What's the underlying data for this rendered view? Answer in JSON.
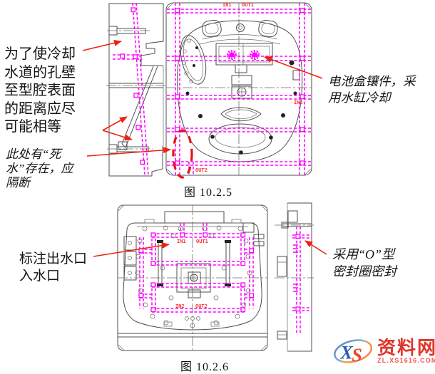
{
  "figures": {
    "fig1": {
      "caption": "图 10.2.5",
      "labels": {
        "in1": "IN1",
        "out1": "OUT1",
        "in2": "IN2",
        "out2": "OUT2"
      }
    },
    "fig2": {
      "caption": "图 10.2.6",
      "labels": {
        "in1": "IN1",
        "out1": "OUT1",
        "in2": "IN2",
        "out2": "OUT2"
      }
    }
  },
  "annotations": {
    "cooling_wall": {
      "lines": [
        "为了使冷却",
        "水道的孔壁",
        "至型腔表面",
        "的距离应尽",
        "可能相等"
      ]
    },
    "dead_water": {
      "lines": [
        "此处有“死",
        "水”存在，应",
        "隔断"
      ]
    },
    "battery_insert": {
      "lines": [
        "电池盒镶件，采",
        "用水缸冷却"
      ]
    },
    "mark_ports": {
      "lines": [
        "标注出水口",
        "入水口"
      ]
    },
    "o_ring": {
      "lines": [
        "采用“O”型",
        "密封圈密封"
      ]
    }
  },
  "watermark": {
    "logo_text_x": "X",
    "logo_text_s": "S",
    "site_name": "资料网",
    "site_url": "ZL.XS1616.COM"
  },
  "colors": {
    "cooling_channel": "#ff00ff",
    "callout_red": "#ee2211",
    "port_label_red": "#ff3030",
    "drawing_line": "#4f4f4f",
    "watermark_red": "#e0342a",
    "watermark_url_red": "#f0564a",
    "watermark_blue": "#4a7fc1",
    "watermark_orange": "#ef7a30"
  }
}
